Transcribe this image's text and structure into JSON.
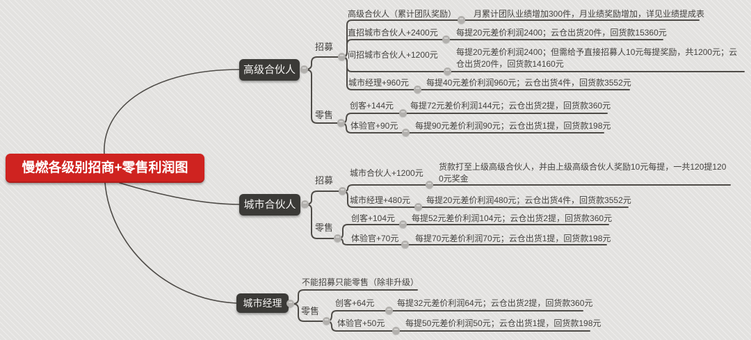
{
  "root": {
    "label": "慢燃各级别招商+零售利润图"
  },
  "branches": [
    {
      "label": "高级合伙人",
      "groups": [
        {
          "label": "招募",
          "children": [
            {
              "label": "高级合伙人（累计团队奖励）",
              "detail": "月累计团队业绩增加300件，月业绩奖励增加，详见业绩提成表"
            },
            {
              "label": "直招城市合伙人+2400元",
              "detail": "每提20元差价利润2400；云仓出货20件，回货款15360元"
            },
            {
              "label": "间招城市合伙人+1200元",
              "detail": "每提20元差价利润2400；但需给予直接招募人10元每提奖励，共1200元；云仓出货20件，回货款14160元"
            },
            {
              "label": "城市经理+960元",
              "detail": "每提40元差价利润960元；云仓出货4件，回货款3552元"
            }
          ]
        },
        {
          "label": "零售",
          "children": [
            {
              "label": "创客+144元",
              "detail": "每提72元差价利润144元；云仓出货2提，回货款360元"
            },
            {
              "label": "体验官+90元",
              "detail": "每提90元差价利润90元；云仓出货1提，回货款198元"
            }
          ]
        }
      ]
    },
    {
      "label": "城市合伙人",
      "groups": [
        {
          "label": "招募",
          "children": [
            {
              "label": "城市合伙人+1200元",
              "detail": "货款打至上级高级合伙人，并由上级高级合伙人奖励10元每提，一共120提1200元奖金"
            },
            {
              "label": "城市经理+480元",
              "detail": "每提20元差价利润480元；云仓出货4件，回货款3552元"
            }
          ]
        },
        {
          "label": "零售",
          "children": [
            {
              "label": "创客+104元",
              "detail": "每提52元差价利润104元；云仓出货2提，回货款360元"
            },
            {
              "label": "体验官+70元",
              "detail": "每提70元差价利润70元；云仓出货1提，回货款198元"
            }
          ]
        }
      ]
    },
    {
      "label": "城市经理",
      "note": "不能招募只能零售（除非升级）",
      "groups": [
        {
          "label": "零售",
          "children": [
            {
              "label": "创客+64元",
              "detail": "每提32元差价利润64元；云仓出货2提，回货款360元"
            },
            {
              "label": "体验官+50元",
              "detail": "每提50元差价利润50元；云仓出货1提，回货款198元"
            }
          ]
        }
      ]
    }
  ],
  "ui": {
    "collapse_glyph": "−"
  },
  "colors": {
    "background": "#e3e2e0",
    "line": "#4e4b47",
    "text": "#454340",
    "root_bg": "#cf2320",
    "root_text": "#ffffff",
    "node_bg": "#3b3a37",
    "node_text": "#f4f3f1",
    "collapse_bg": "#b2b0ad",
    "collapse_fg": "#ffffff"
  }
}
